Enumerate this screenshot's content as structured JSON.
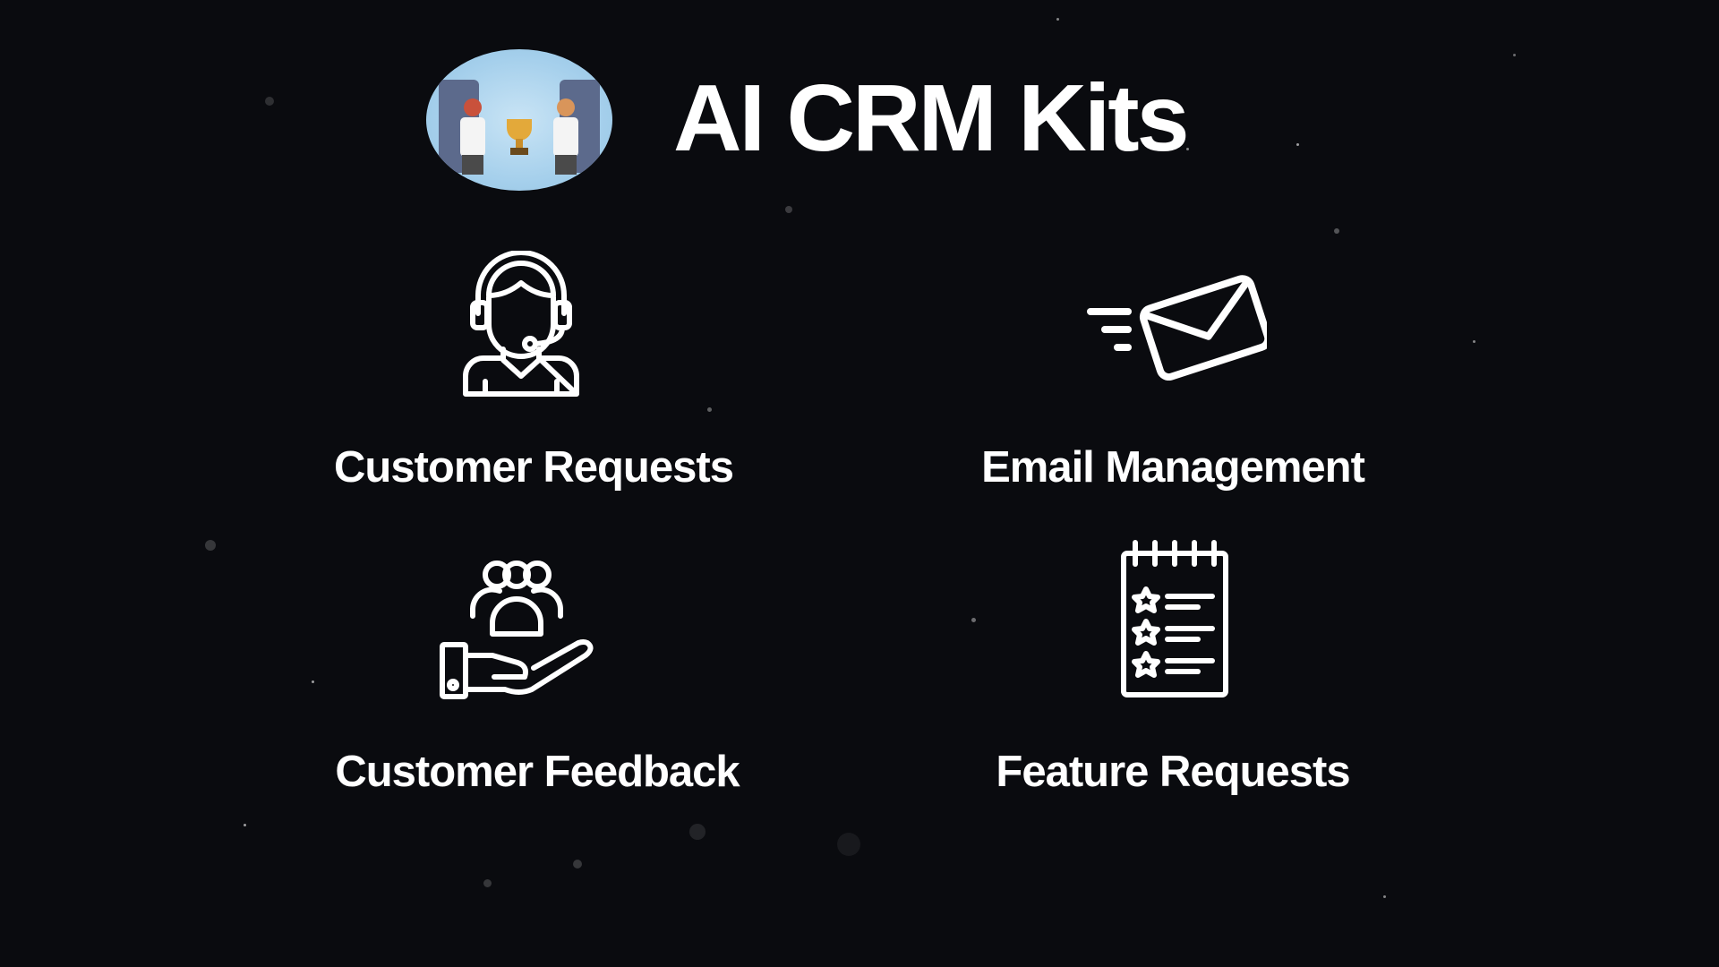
{
  "slide": {
    "title": "AI CRM Kits",
    "hero_image": "two-women-holding-trophy-illustration",
    "background_color": "#0a0b0f",
    "text_color": "#ffffff"
  },
  "features": [
    {
      "label": "Customer Requests",
      "icon": "support-agent-headset-icon"
    },
    {
      "label": "Email Management",
      "icon": "sending-envelope-icon"
    },
    {
      "label": "Customer Feedback",
      "icon": "hand-holding-people-icon"
    },
    {
      "label": "Feature Requests",
      "icon": "notepad-star-checklist-icon"
    }
  ]
}
